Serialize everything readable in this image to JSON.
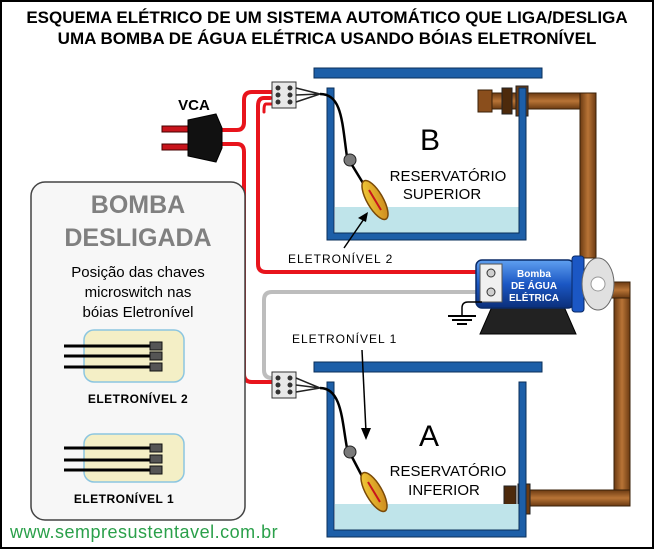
{
  "title": {
    "line1": "ESQUEMA ELÉTRICO DE UM SISTEMA AUTOMÁTICO QUE LIGA/DESLIGA",
    "line2": "UMA BOMBA DE ÁGUA ELÉTRICA USANDO BÓIAS ELETRONÍVEL"
  },
  "labels": {
    "vca": "VCA",
    "tank_b_letter": "B",
    "tank_b_name_1": "RESERVATÓRIO",
    "tank_b_name_2": "SUPERIOR",
    "tank_a_letter": "A",
    "tank_a_name_1": "RESERVATÓRIO",
    "tank_a_name_2": "INFERIOR",
    "sensor_2": "ELETRONÍVEL 2",
    "sensor_1": "ELETRONÍVEL 1",
    "pump_1": "Bomba",
    "pump_2": "DE ÁGUA",
    "pump_3": "ELÉTRICA"
  },
  "status_panel": {
    "state_1": "BOMBA",
    "state_2": "DESLIGADA",
    "desc_1": "Posição das chaves",
    "desc_2": "microswitch nas",
    "desc_3": "bóias Eletronível",
    "switch_2_label": "ELETRONÍVEL 2",
    "switch_1_label": "ELETRONÍVEL 1"
  },
  "footer": {
    "website": "www.sempresustentavel.com.br"
  },
  "colors": {
    "tank": "#1d5fa8",
    "water": "#bfe4ea",
    "wire_live": "#e8141c",
    "wire_neutral": "#bdbdbd",
    "pipe": "#9b5a22",
    "pump_body": "#1b57c4",
    "status_text": "#808080",
    "website": "#2aa04a",
    "float": "#d99a1a"
  }
}
